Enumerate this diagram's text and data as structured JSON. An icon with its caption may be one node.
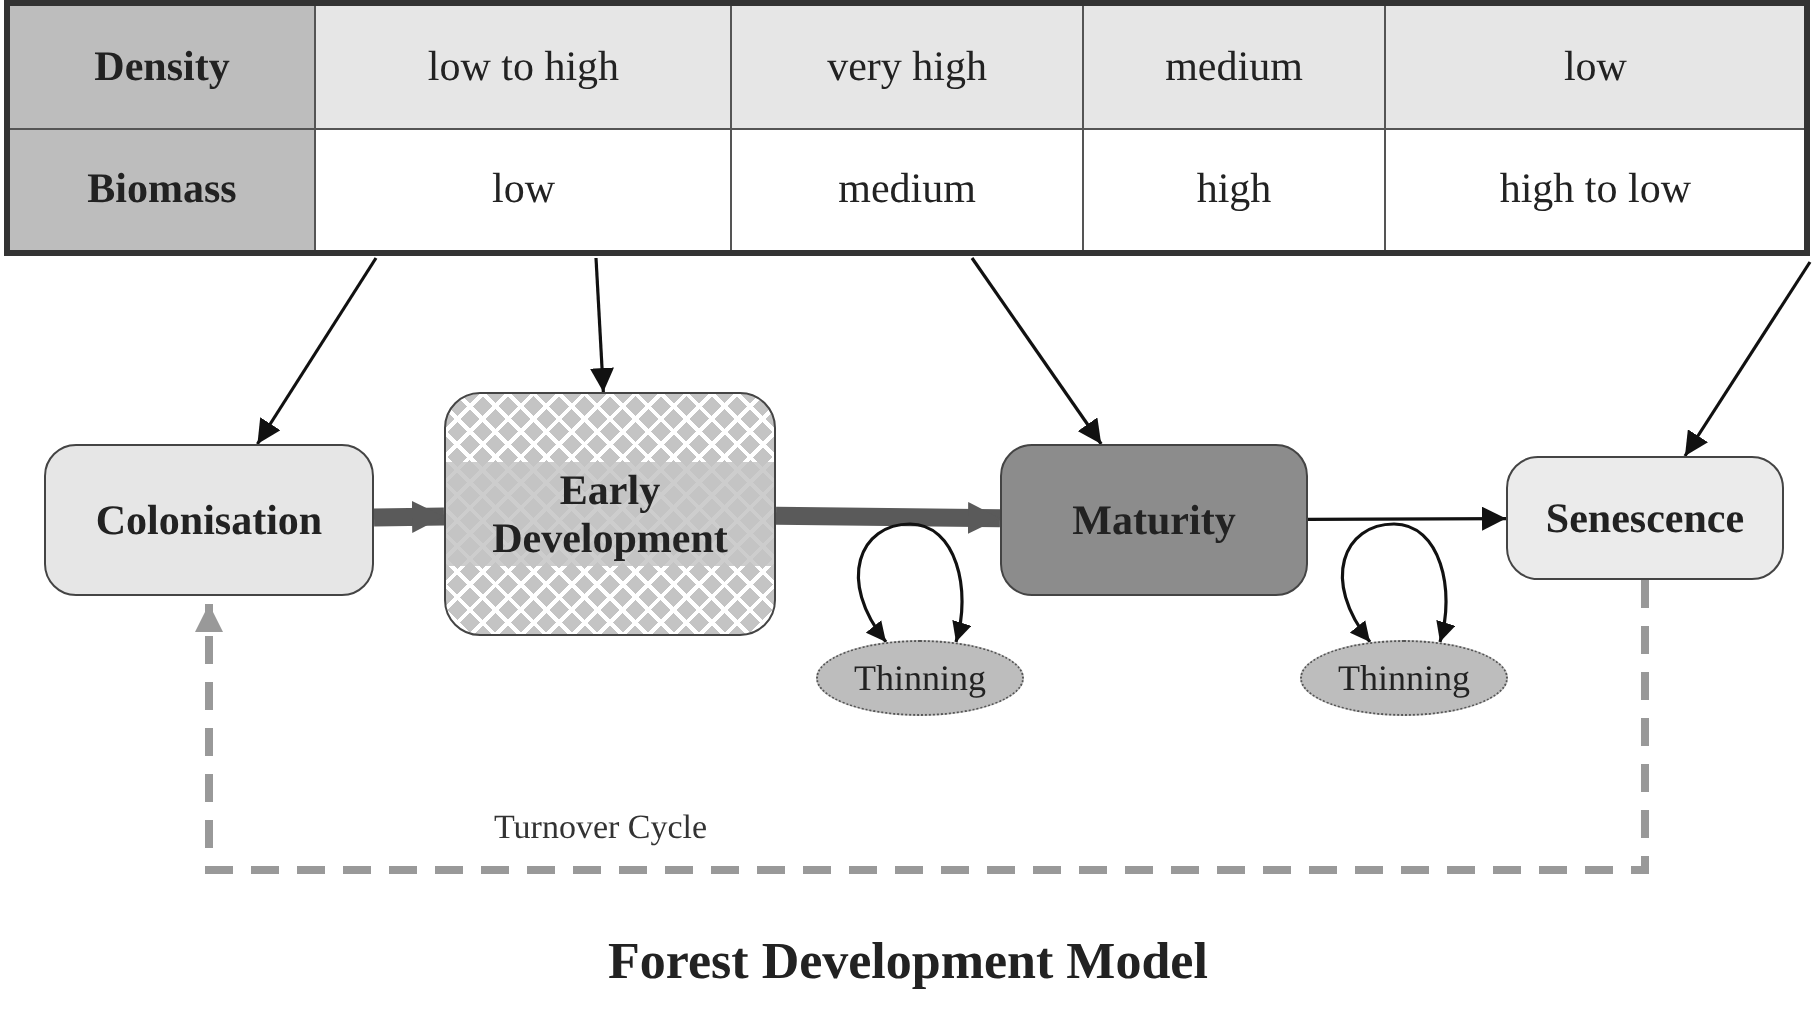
{
  "diagram": {
    "caption": "Forest Development Model",
    "nodes": [
      {
        "text": [
          "Colonisation"
        ]
      },
      {
        "text": [
          "Early Development"
        ]
      },
      {
        "text": [
          "Maturity"
        ]
      },
      {
        "text": [
          "Senescence"
        ]
      },
      {
        "text": [
          "Thinning"
        ]
      },
      {
        "text": [
          "Thinning"
        ]
      }
    ],
    "edges": [
      {
        "from": 0,
        "to": 1,
        "arrow": "to",
        "style": "thick"
      },
      {
        "from": 1,
        "to": 2,
        "arrow": "to",
        "style": "thick"
      },
      {
        "from": 2,
        "to": 3,
        "arrow": "to"
      },
      {
        "from": 3,
        "to": 0,
        "arrow": "to",
        "style": "dashed",
        "color": "#999999",
        "label": "Turnover Cycle"
      },
      {
        "from": null,
        "to": 0,
        "arrow": "to"
      },
      {
        "from": null,
        "to": 1,
        "arrow": "to"
      },
      {
        "from": null,
        "to": 2,
        "arrow": "to"
      },
      {
        "from": null,
        "to": 3,
        "arrow": "to"
      },
      {
        "from": 4,
        "to": 4,
        "arrow": "both"
      },
      {
        "from": 5,
        "to": 5,
        "arrow": "both"
      }
    ],
    "labels": [
      "Density",
      "low to high",
      "very high",
      "medium",
      "low",
      "Biomass",
      "low",
      "medium",
      "high",
      "high to low"
    ]
  }
}
